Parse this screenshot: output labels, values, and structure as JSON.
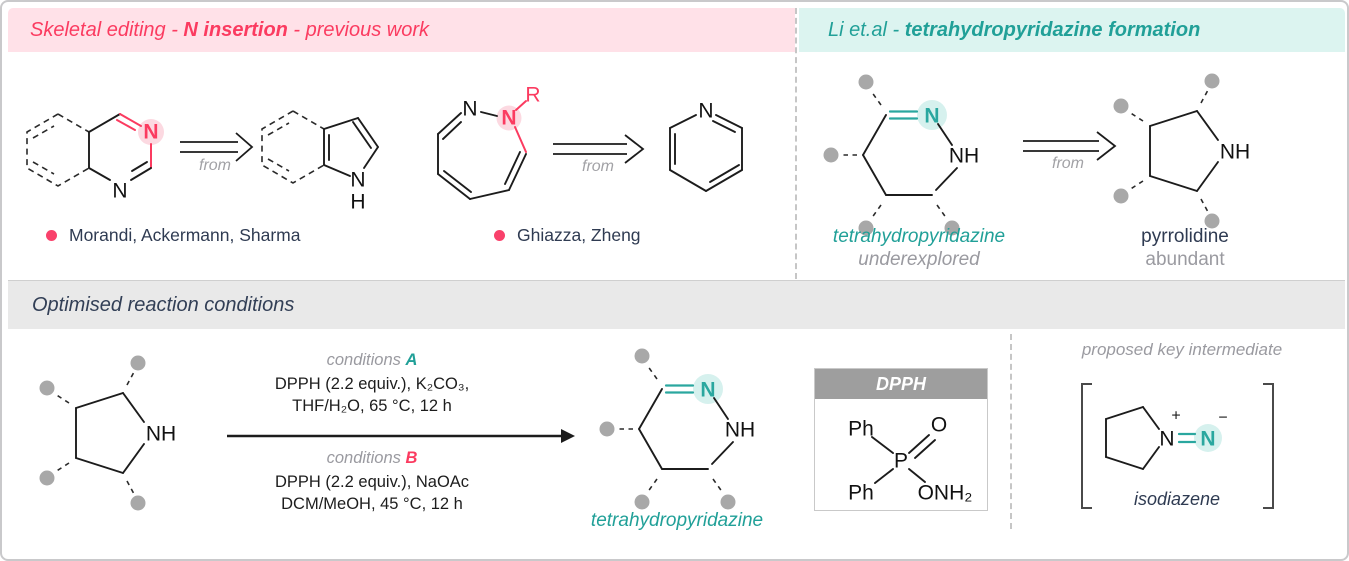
{
  "colors": {
    "pink_accent": "#fb3b60",
    "pink_bg": "#ffe1e8",
    "teal_accent": "#21a098",
    "teal_bg": "#dcf4f0",
    "gray_text": "#9a9aa0",
    "dark_text": "#2f3b52",
    "dot_gray": "#a8a8a8"
  },
  "top_left": {
    "title_pre": "Skeletal editing - ",
    "title_bold": "N insertion",
    "title_post": " - previous work",
    "quinazoline": {
      "n_inserted": "N",
      "n_ring": "N"
    },
    "from1": "from",
    "indole": {
      "n": "N",
      "h": "H"
    },
    "diazepine": {
      "n_left": "N",
      "n_right": "N",
      "r": "R"
    },
    "from2": "from",
    "pyridine": {
      "n": "N"
    },
    "authors_1": "Morandi, Ackermann, Sharma",
    "authors_2": "Ghiazza, Zheng"
  },
  "top_right": {
    "title_pre": "Li et.al - ",
    "title_bold": "tetrahydropyridazine formation",
    "thp": {
      "n": "N",
      "nh": "NH"
    },
    "from3": "from",
    "pyrrolidine": {
      "nh": "NH"
    },
    "thp_name": "tetrahydropyridazine",
    "thp_note": "underexplored",
    "pyrrolidine_name": "pyrrolidine",
    "pyrrolidine_note": "abundant"
  },
  "bottom": {
    "title": "Optimised reaction conditions",
    "sm": {
      "nh": "NH"
    },
    "cond_a": {
      "label": "conditions ",
      "letter": "A",
      "line1": "DPPH (2.2 equiv.), K₂CO₃,",
      "line2": "THF/H₂O, 65 °C, 12 h"
    },
    "cond_b": {
      "label": "conditions ",
      "letter": "B",
      "line1": "DPPH (2.2 equiv.), NaOAc",
      "line2": "DCM/MeOH, 45 °C, 12 h"
    },
    "product": {
      "n": "N",
      "nh": "NH",
      "name": "tetrahydropyridazine"
    },
    "dpph": {
      "title": "DPPH",
      "ph_top": "Ph",
      "o": "O",
      "p": "P",
      "ph_bottom": "Ph",
      "onh2": "ONH₂"
    },
    "intermediate": {
      "caption": "proposed key intermediate",
      "n_ring": "N",
      "plus": "+",
      "n_terminal": "N",
      "minus": "−",
      "name": "isodiazene"
    }
  }
}
